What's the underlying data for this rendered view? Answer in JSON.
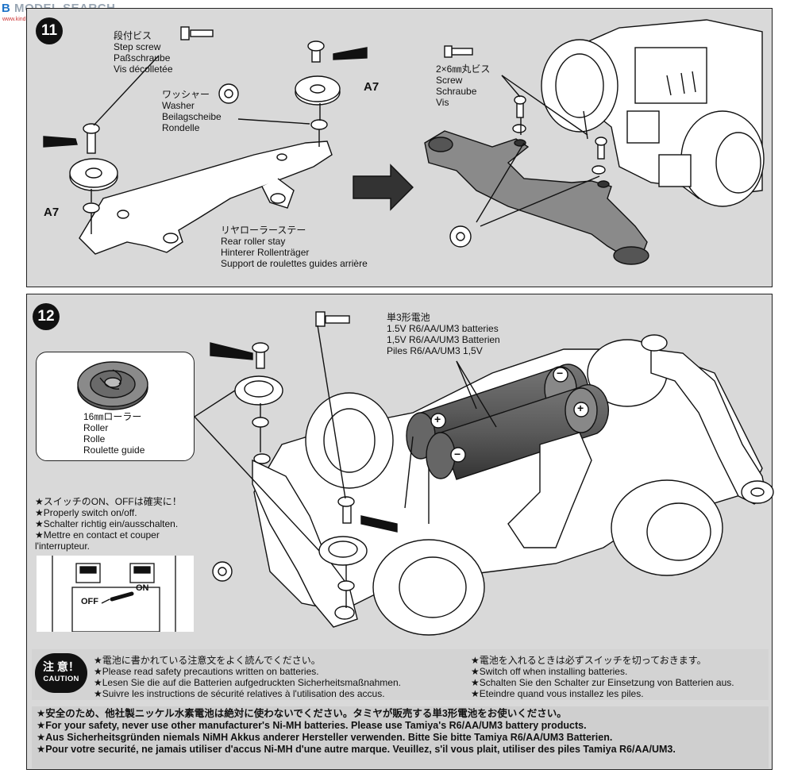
{
  "watermark": {
    "brand_a": "B",
    "brand_b": "MODEL SEARCH",
    "sub": "www.kindmodel.net"
  },
  "step11": {
    "number": "11",
    "step_screw": [
      "段付ビス",
      "Step screw",
      "Paßschraube",
      "Vis décolletée"
    ],
    "washer": [
      "ワッシャー",
      "Washer",
      "Beilagscheibe",
      "Rondelle"
    ],
    "a7_top": "A7",
    "a7_left": "A7",
    "rear_roller_stay": [
      "リヤローラーステー",
      "Rear roller stay",
      "Hinterer Rollenträger",
      "Support de roulettes guides arrière"
    ],
    "screw": [
      "2×6㎜丸ビス",
      "Screw",
      "Schraube",
      "Vis"
    ]
  },
  "step12": {
    "number": "12",
    "roller": [
      "16㎜ローラー",
      "Roller",
      "Rolle",
      "Roulette guide"
    ],
    "batteries": [
      "単3形電池",
      "1.5V R6/AA/UM3 batteries",
      "1,5V R6/AA/UM3 Batterien",
      "Piles R6/AA/UM3 1,5V"
    ],
    "switch_note": [
      "★スイッチのON、OFFは確実に！",
      "★Properly switch on/off.",
      "★Schalter richtig ein/ausschalten.",
      "★Mettre en contact et couper",
      "l'interrupteur."
    ],
    "off": "OFF",
    "on": "ON"
  },
  "caution": {
    "badge_jp": "注 意！",
    "badge_en": "CAUTION",
    "left": [
      "★電池に書かれている注意文をよく読んでください。",
      "★Please read safety precautions written on batteries.",
      "★Lesen Sie die auf die Batterien aufgedruckten Sicherheitsmaßnahmen.",
      "★Suivre les instructions de sécurité relatives à l'utilisation des accus."
    ],
    "right": [
      "★電池を入れるときは必ずスイッチを切っておきます。",
      "★Switch off when installing batteries.",
      "★Schalten Sie den Schalter zur Einsetzung von Batterien aus.",
      "★Eteindre quand vous installez les piles."
    ]
  },
  "safety": [
    "★安全のため、他社製ニッケル水素電池は絶対に使わないでください。タミヤが販売する単3形電池をお使いください。",
    "★For your safety, never use other manufacturer's Ni-MH batteries. Please use Tamiya's R6/AA/UM3 battery products.",
    "★Aus Sicherheitsgründen niemals NiMH Akkus anderer Hersteller verwenden. Bitte Sie bitte Tamiya R6/AA/UM3 Batterien.",
    "★Pour votre securité, ne jamais utiliser d'accus Ni-MH d'une autre marque. Veuillez, s'il vous plait, utiliser des piles Tamiya R6/AA/UM3."
  ],
  "battery_signs": {
    "plus": "+",
    "minus": "−"
  }
}
